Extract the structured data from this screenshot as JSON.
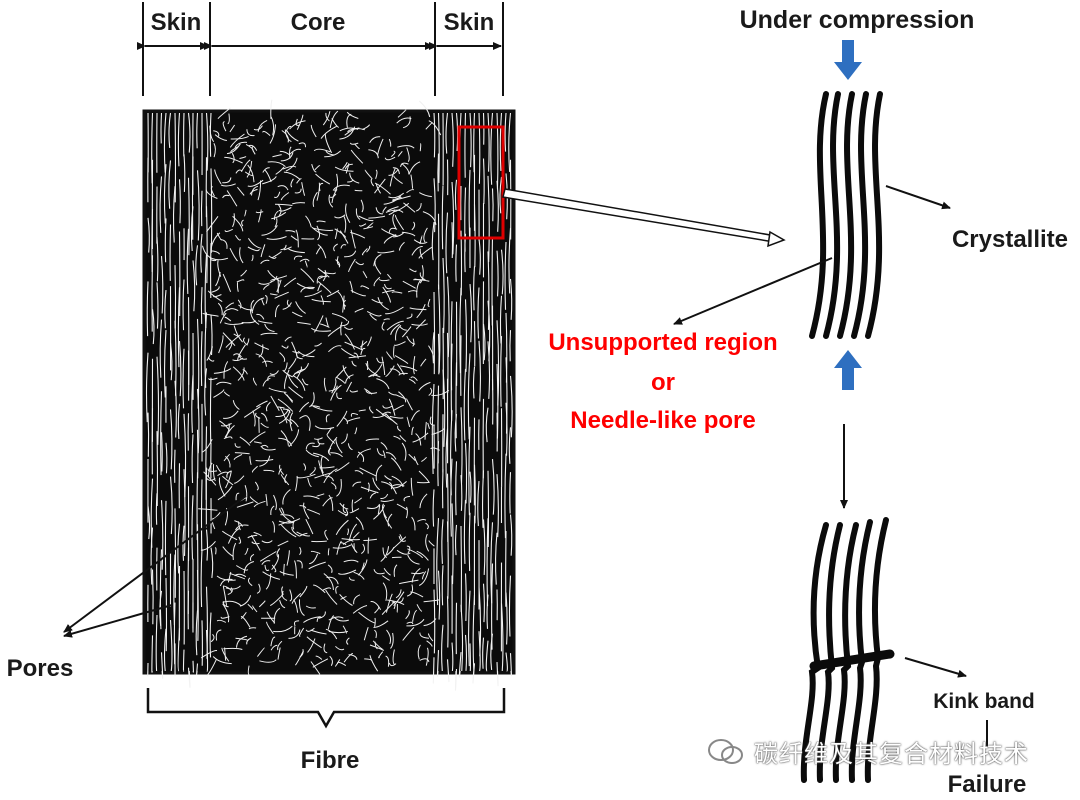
{
  "labels": {
    "skin_left": "Skin",
    "core": "Core",
    "skin_right": "Skin",
    "pores": "Pores",
    "fibre": "Fibre",
    "under_compression": "Under compression",
    "crystallite": "Crystallite",
    "unsupported_line1": "Unsupported region",
    "unsupported_line2": "or",
    "unsupported_line3": "Needle-like pore",
    "kink_band": "Kink band",
    "failure": "Failure"
  },
  "watermark": "碳纤维及其复合材料技术",
  "colors": {
    "text": "#1a1a1a",
    "highlight_red": "#ff0000",
    "compression_arrow_blue": "#2e6fc0",
    "selection_box": "#e00000"
  }
}
